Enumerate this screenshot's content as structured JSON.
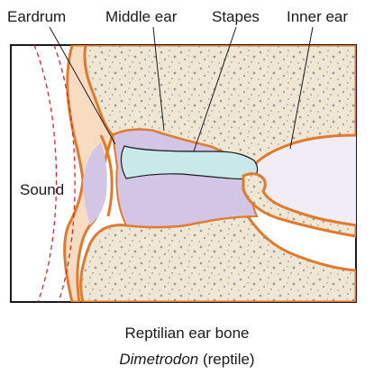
{
  "labels": {
    "eardrum": "Eardrum",
    "middle_ear": "Middle ear",
    "stapes": "Stapes",
    "inner_ear": "Inner ear",
    "sound": "Sound"
  },
  "caption": {
    "title": "Reptilian ear bone",
    "species_italic": "Dimetrodon",
    "species_rest": " (reptile)"
  },
  "colors": {
    "bone_outline": "#e07a2e",
    "bone_fill": "#efe7d4",
    "middle_ear_fill": "#d2c5e6",
    "stapes_fill": "#c9e8ea",
    "skin_fill": "#f7dcc2",
    "sound_wave": "#d8262a"
  }
}
